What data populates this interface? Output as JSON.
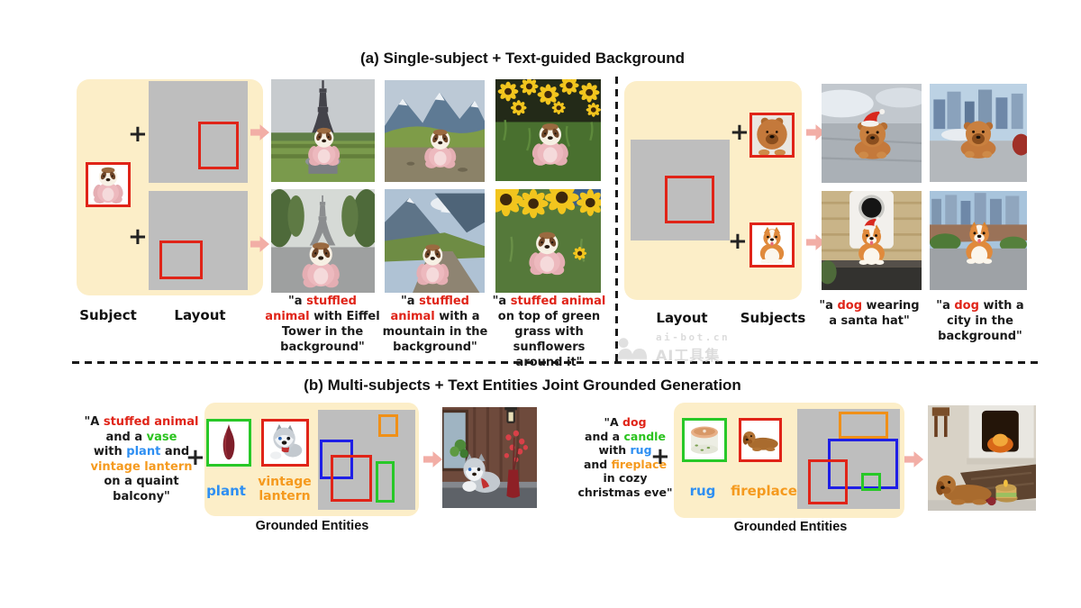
{
  "section_a": {
    "title": "(a) Single-subject + Text-guided Background",
    "left": {
      "plus1": "+",
      "plus2": "+",
      "labels": {
        "subject": "Subject",
        "layout": "Layout"
      },
      "captions": [
        {
          "pre": "\"a ",
          "hl": "stuffled animal",
          "post": " with Eiffel Tower in the background\""
        },
        {
          "pre": "\"a ",
          "hl": "stuffled animal",
          "post": " with a mountain in the background\""
        },
        {
          "pre": "\"a ",
          "hl": "stuffed animal",
          "post": " on top of green grass with sunflowers around it\""
        }
      ]
    },
    "right": {
      "plus1": "+",
      "plus2": "+",
      "labels": {
        "layout": "Layout",
        "subjects": "Subjects"
      },
      "captions": [
        {
          "pre": "\"a ",
          "hl": "dog",
          "post": " wearing a santa hat\""
        },
        {
          "pre": "\"a ",
          "hl": "dog",
          "post": " with a city in the background\""
        }
      ]
    }
  },
  "section_b": {
    "title": "(b) Multi-subjects + Text Entities Joint Grounded Generation",
    "left": {
      "prompt": {
        "l1_pre": "\"A ",
        "l1_red": "stuffed animal",
        "l2_pre": "and a ",
        "l2_green": "vase",
        "l3_pre": "with ",
        "l3_blue": "plant",
        "l3_post": " and",
        "l4_orange": "vintage lantern",
        "l5": "on a quaint balcony\""
      },
      "plus": "+",
      "entity1": "plant",
      "entity2": "vintage lantern",
      "grounded": "Grounded Entities"
    },
    "right": {
      "prompt": {
        "l1_pre": "\"A ",
        "l1_red": "dog",
        "l2_pre": "and a ",
        "l2_green": "candle",
        "l3_pre": "with ",
        "l3_blue": "rug",
        "l4_pre": "and ",
        "l4_orange": "fireplace",
        "l5": "in cozy",
        "l6": "christmas eve\""
      },
      "plus": "+",
      "entity1": "rug",
      "entity2": "fireplace",
      "grounded": "Grounded Entities"
    }
  },
  "watermark": {
    "site": "ai-bot.cn",
    "name": "AI工具集"
  },
  "colors": {
    "highlight_red": "#E02418",
    "entity_green": "#2BC31F",
    "entity_blue": "#2E8FF2",
    "entity_orange": "#F59A1E",
    "box_blue": "#1F1FE6",
    "box_green": "#28C828",
    "box_orange": "#F09018",
    "panel_cream": "#FCEEC8",
    "layout_gray": "#BEBEBE",
    "arrow_pink": "#F2AEA6"
  }
}
